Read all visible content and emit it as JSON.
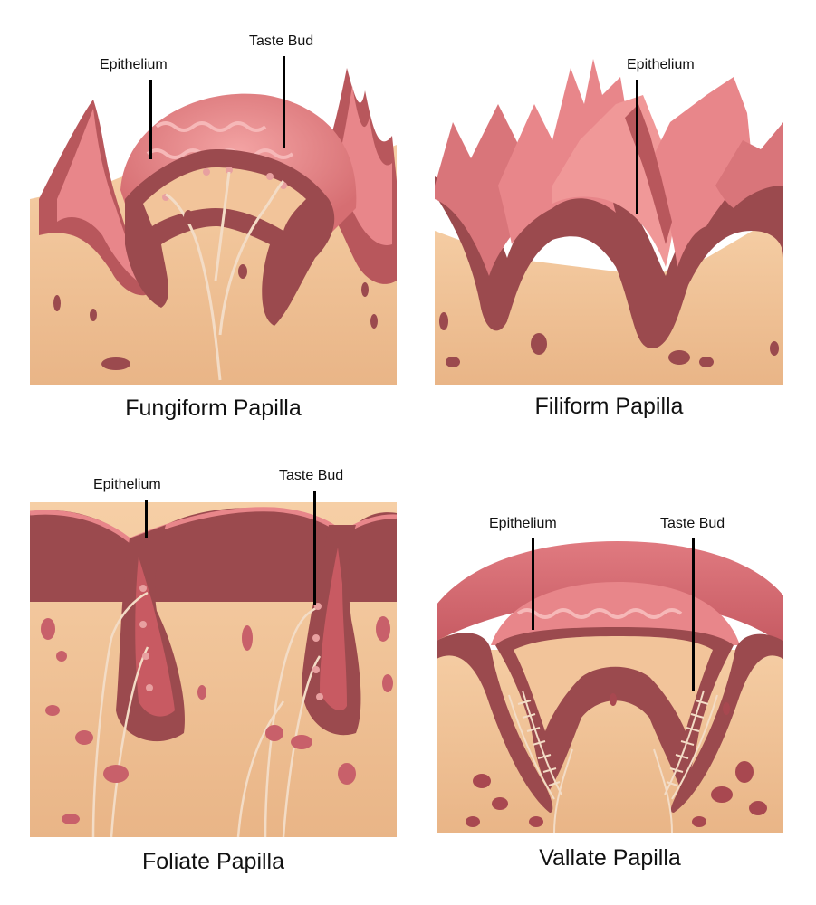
{
  "panels": {
    "fungiform": {
      "caption": "Fungiform Papilla",
      "labels": {
        "epithelium": "Epithelium",
        "taste_bud": "Taste Bud"
      }
    },
    "filiform": {
      "caption": "Filiform Papilla",
      "labels": {
        "epithelium": "Epithelium"
      }
    },
    "foliate": {
      "caption": "Foliate Papilla",
      "labels": {
        "epithelium": "Epithelium",
        "taste_bud": "Taste Bud"
      }
    },
    "vallate": {
      "caption": "Vallate Papilla",
      "labels": {
        "epithelium": "Epithelium",
        "taste_bud": "Taste Bud"
      }
    }
  },
  "colors": {
    "tissue": "#f2c49a",
    "tissue_dark": "#d9a676",
    "epithelium": "#9b4a4e",
    "epithelium_light": "#d9757a",
    "surface": "#e8868a",
    "nerve": "#f3dcc6",
    "pointer": "#000000"
  }
}
